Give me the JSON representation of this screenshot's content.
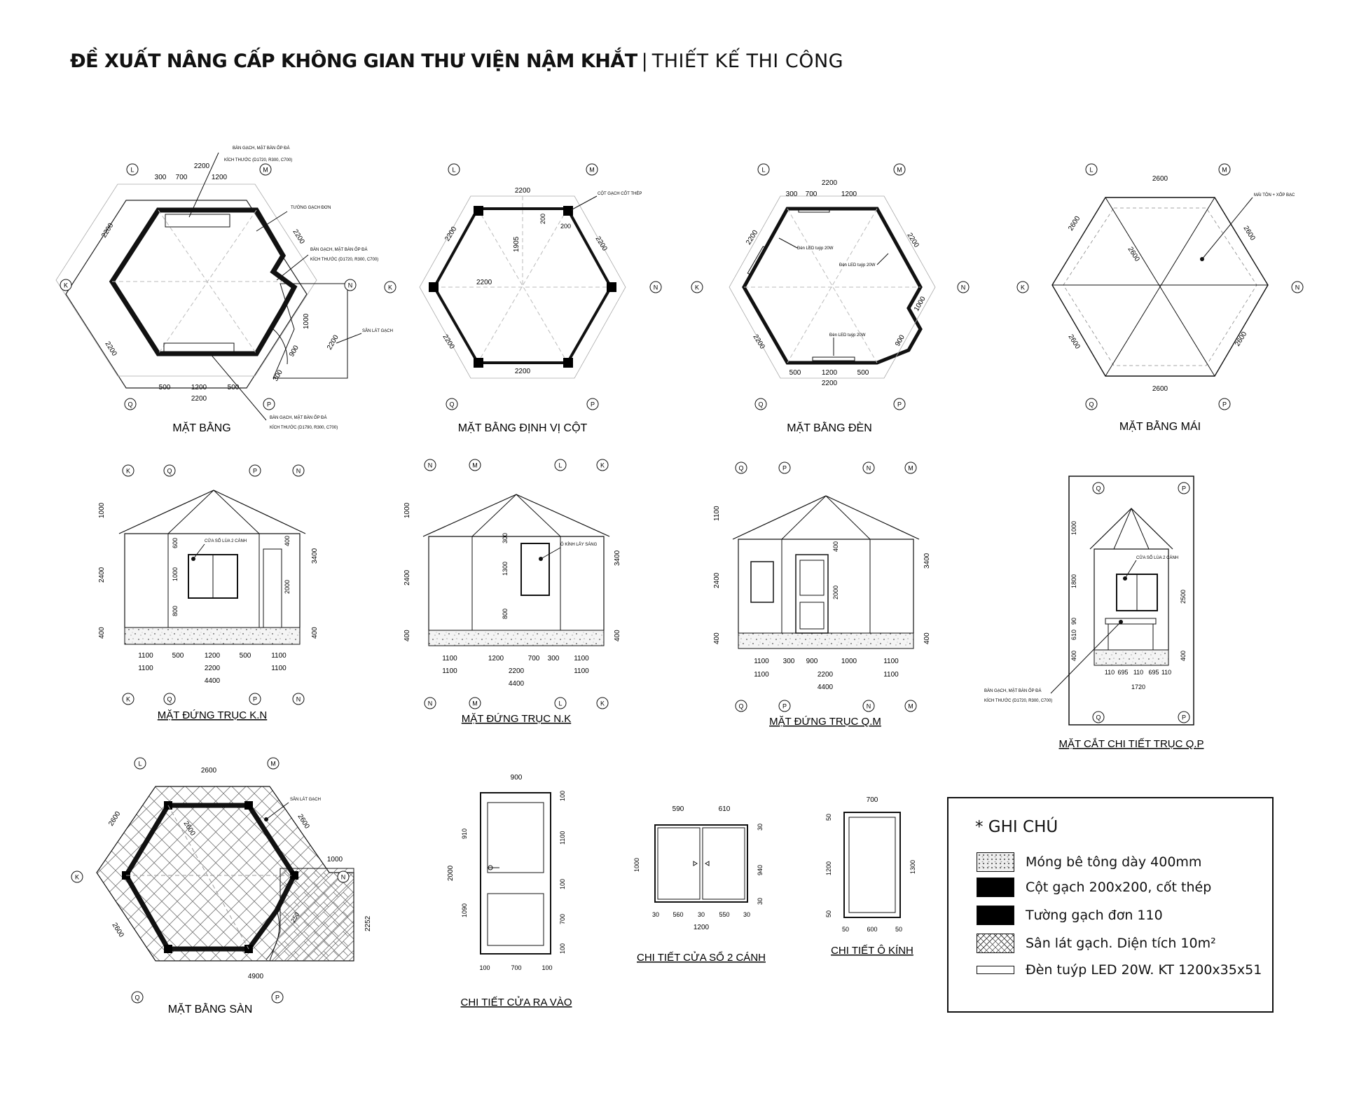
{
  "header": {
    "title_bold": "ĐỀ XUẤT NÂNG CẤP KHÔNG GIAN THƯ VIỆN NẬM KHẮT",
    "separator": "|",
    "title_sub": "THIẾT KẾ THI CÔNG"
  },
  "drawings": {
    "plan": "MẶT BẰNG",
    "column_plan": "MẶT BẰNG ĐỊNH VỊ CỘT",
    "light_plan": "MẶT BẰNG ĐÈN",
    "roof_plan": "MẶT BẰNG MÁI",
    "elev_kn": "MẶT ĐỨNG TRỤC K.N",
    "elev_nk": "MẶT ĐỨNG TRỤC N.K",
    "elev_qm": "MẶT ĐỨNG TRỤC Q.M",
    "section_qp": "MẶT CẮT CHI TIẾT TRỤC Q.P",
    "floor_plan": "MẶT BẰNG SÀN",
    "door_detail": "CHI TIẾT CỬA RA VÀO",
    "window_detail": "CHI TIẾT CỬA SỔ 2 CÁNH",
    "glass_detail": "CHI TIẾT Ô KÍNH"
  },
  "annotations": {
    "table_top": "BÀN GẠCH, MẶT BÀN ỐP ĐÁ",
    "table_size_1": "KÍCH THƯỚC (D1720, R300, C700)",
    "table_size_2": "KÍCH THƯỚC (D1790, R300, C700)",
    "single_wall": "TƯỜNG GẠCH ĐƠN",
    "paved_yard": "SÂN LÁT GẠCH",
    "column": "CỘT GẠCH CỐT THÉP",
    "led_tube": "Đèn LED tuýp 20W",
    "roof_material": "MÁI TÔN + XỐP BẠC",
    "window_label": "CỬA SỔ LÙA 2 CÁNH",
    "glass_label": "Ô KÍNH LẤY SÁNG"
  },
  "axes": [
    "K",
    "L",
    "M",
    "N",
    "P",
    "Q"
  ],
  "dims": {
    "d2200": "2200",
    "d300": "300",
    "d700": "700",
    "d1200": "1200",
    "d500": "500",
    "d2600": "2600",
    "d1000": "1000",
    "d900": "900",
    "d1905": "1905",
    "d200": "200",
    "d4400": "4400",
    "d1100": "1100",
    "d2400": "2400",
    "d3400": "3400",
    "d400": "400",
    "d600": "600",
    "d800": "800",
    "d2000": "2000",
    "d1300": "1300",
    "d1800": "1800",
    "d2500": "2500",
    "d610": "610",
    "d90": "90",
    "d110": "110",
    "d695": "695",
    "d1720": "1720",
    "d4900": "4900",
    "d2252": "2252",
    "d910": "910",
    "d1090": "1090",
    "d100": "100",
    "d590": "590",
    "d940": "940",
    "d30": "30",
    "d560": "560",
    "d550": "550",
    "d50": "50",
    "d250": "250"
  },
  "legend": {
    "title": "* GHI CHÚ",
    "items": [
      "Móng bê tông dày 400mm",
      "Cột gạch 200x200, cốt thép",
      "Tường gạch đơn 110",
      "Sân lát gạch. Diện tích 10m²",
      "Đèn tuýp LED 20W. KT 1200x35x51"
    ]
  }
}
